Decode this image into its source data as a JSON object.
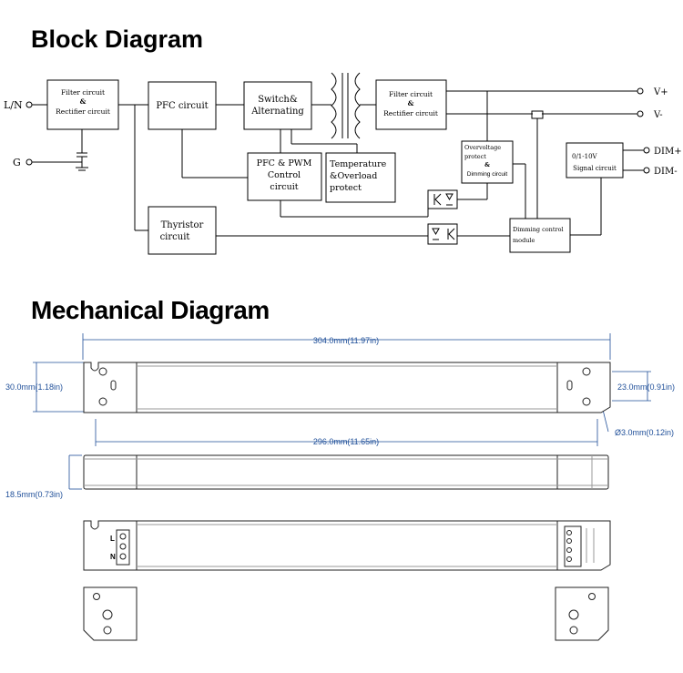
{
  "block_diagram": {
    "title": "Block Diagram",
    "inputs": {
      "line": "L/N",
      "ground": "G"
    },
    "blocks": {
      "input_filter": [
        "Filter circuit",
        "&",
        "Rectifier circuit"
      ],
      "pfc": "PFC circuit",
      "switch": [
        "Switch&",
        "Alternating"
      ],
      "output_filter": [
        "Filter circuit",
        "&",
        "Rectifier circuit"
      ],
      "pfc_pwm": [
        "PFC & PWM",
        "Control",
        "circuit"
      ],
      "temperature": [
        "Temperature",
        "&Overload",
        "protect"
      ],
      "overvoltage": [
        "Overvoltage",
        "protect",
        "&",
        "Dimming circuit"
      ],
      "signal": [
        "0/1-10V",
        "Signal circuit"
      ],
      "thyristor": [
        "Thyristor",
        "circuit"
      ],
      "dimming_module": [
        "Dimming control",
        "module"
      ]
    },
    "outputs": {
      "vplus": "V+",
      "vminus": "V-",
      "dimplus": "DIM+",
      "dimminus": "DIM-"
    }
  },
  "mechanical_diagram": {
    "title": "Mechanical Diagram",
    "dimensions": {
      "length": "304.0mm(11.97in)",
      "height": "30.0mm(1.18in)",
      "inner_height": "23.0mm(0.91in)",
      "hole_spacing": "296.0mm(11.65in)",
      "hole": "Ø3.0mm(0.12in)",
      "thickness": "18.5mm(0.73in)"
    },
    "terminal_labels": [
      "L",
      "N"
    ],
    "accent_color": "#2b5fa8"
  }
}
